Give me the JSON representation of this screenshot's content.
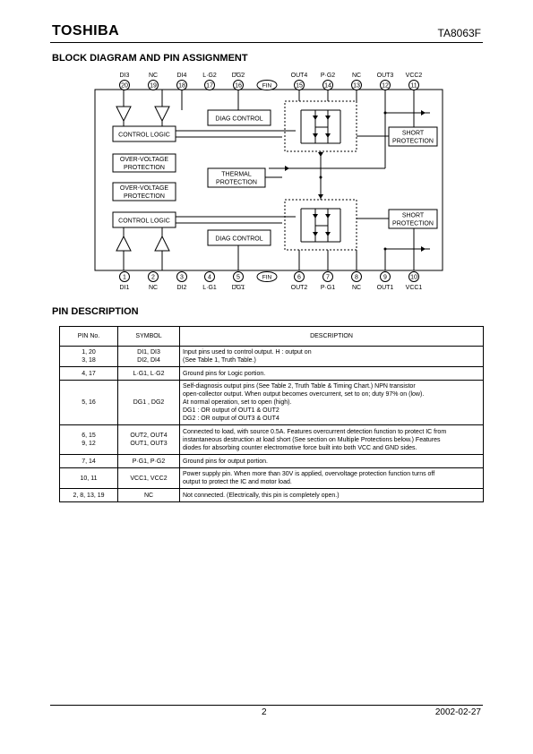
{
  "header": {
    "brand": "TOSHIBA",
    "part_number": "TA8063F"
  },
  "sections": {
    "block_diagram_title": "BLOCK DIAGRAM AND PIN ASSIGNMENT",
    "pin_description_title": "PIN DESCRIPTION"
  },
  "diagram": {
    "top_pins": [
      {
        "num": "20",
        "name": "DI3"
      },
      {
        "num": "19",
        "name": "NC"
      },
      {
        "num": "18",
        "name": "DI4"
      },
      {
        "num": "17",
        "name": "L·G2"
      },
      {
        "num": "16",
        "name": "DG2"
      },
      {
        "num": "FIN",
        "name": ""
      },
      {
        "num": "15",
        "name": "OUT4"
      },
      {
        "num": "14",
        "name": "P·G2"
      },
      {
        "num": "13",
        "name": "NC"
      },
      {
        "num": "12",
        "name": "OUT3"
      },
      {
        "num": "11",
        "name": "VCC2"
      }
    ],
    "bottom_pins": [
      {
        "num": "1",
        "name": "DI1"
      },
      {
        "num": "2",
        "name": "NC"
      },
      {
        "num": "3",
        "name": "DI2"
      },
      {
        "num": "4",
        "name": "L·G1"
      },
      {
        "num": "5",
        "name": "DG1"
      },
      {
        "num": "FIN",
        "name": ""
      },
      {
        "num": "6",
        "name": "OUT2"
      },
      {
        "num": "7",
        "name": "P·G1"
      },
      {
        "num": "8",
        "name": "NC"
      },
      {
        "num": "9",
        "name": "OUT1"
      },
      {
        "num": "10",
        "name": "VCC1"
      }
    ],
    "blocks": {
      "control_logic": "CONTROL LOGIC",
      "over_voltage_1": "OVER-VOLTAGE",
      "over_voltage_2": "PROTECTION",
      "thermal_1": "THERMAL",
      "thermal_2": "PROTECTION",
      "diag_control": "DIAG CONTROL",
      "short_1": "SHORT",
      "short_2": "PROTECTION"
    }
  },
  "table": {
    "headers": [
      "PIN No.",
      "SYMBOL",
      "DESCRIPTION"
    ],
    "rows": [
      {
        "pins": [
          "1, 20",
          "3, 18"
        ],
        "symbols": [
          "DI1, DI3",
          "DI2, DI4"
        ],
        "desc": [
          "Input pins used to control output. H : output on",
          "(See Table 1, Truth Table.)"
        ]
      },
      {
        "pins": [
          "4, 17"
        ],
        "symbols": [
          "L·G1, L·G2"
        ],
        "desc": [
          "Ground pins for Logic portion."
        ]
      },
      {
        "pins": [
          "5, 16"
        ],
        "symbols": [
          "DG1 ,  DG2"
        ],
        "desc": [
          "Self-diagnosis output pins (See Table 2, Truth Table & Timing Chart.) NPN transistor",
          "open-collector output. When output becomes overcurrent, set to on; duty 97% on (low).",
          "At normal operation, set to open (high).",
          "DG1 : OR output of OUT1 & OUT2",
          "DG2 : OR output of OUT3 & OUT4"
        ]
      },
      {
        "pins": [
          "6, 15",
          "9, 12"
        ],
        "symbols": [
          "OUT2, OUT4",
          "OUT1, OUT3"
        ],
        "desc": [
          "Connected to load, with source 0.5A. Features overcurrent detection function to protect IC from",
          "instantaneous destruction at load short (See section on Multiple Protections below.) Features",
          "diodes for absorbing counter electromotive force built into both VCC and GND sides."
        ]
      },
      {
        "pins": [
          "7, 14"
        ],
        "symbols": [
          "P·G1, P·G2"
        ],
        "desc": [
          "Ground pins for output portion."
        ]
      },
      {
        "pins": [
          "10, 11"
        ],
        "symbols": [
          "VCC1, VCC2"
        ],
        "desc": [
          "Power supply pin. When more than 30V is applied, overvoltage protection function turns off",
          "output to protect the IC and motor load."
        ]
      },
      {
        "pins": [
          "2, 8, 13, 19"
        ],
        "symbols": [
          "NC"
        ],
        "desc": [
          "Not connected. (Electrically, this pin is completely open.)"
        ]
      }
    ]
  },
  "footer": {
    "page": "2",
    "date": "2002-02-27"
  }
}
